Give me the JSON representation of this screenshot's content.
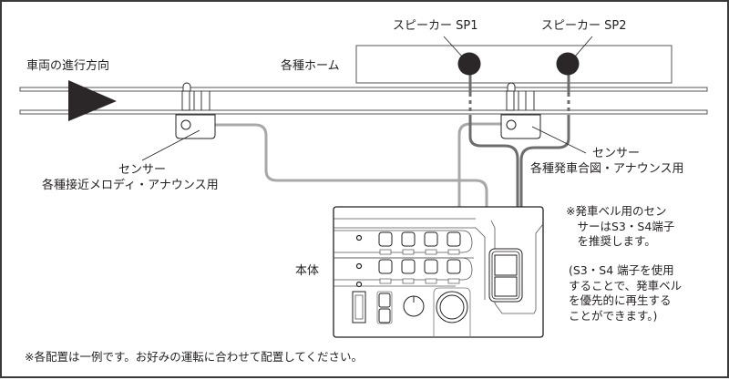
{
  "labels": {
    "direction": "車両の進行方向",
    "platform": "各種ホーム",
    "speaker1": "スピーカー SP1",
    "speaker2": "スピーカー SP2",
    "sensor1_title": "センサー",
    "sensor1_desc": "各種接近メロディ・アナウンス用",
    "sensor2_title": "センサー",
    "sensor2_desc": "各種発車合図・アナウンス用",
    "main_unit": "本体"
  },
  "notes": {
    "bell_note": [
      "※発車ベル用のセン",
      "　サーはS3・S4端子",
      "　を推奨します。"
    ],
    "bell_detail": [
      "(S3・S4 端子を使用",
      "することで、発車ベル",
      "を優先的に再生する",
      "ことができます。)"
    ],
    "footer": "※各配置は一例です。お好みの運転に合わせて配置してください。"
  },
  "colors": {
    "ink": "#231f20",
    "speaker_fill": "#2b2627",
    "wire_light": "#a8a8a8",
    "wire_dark": "#6d6d6d",
    "frame": "#3a3a3a"
  }
}
